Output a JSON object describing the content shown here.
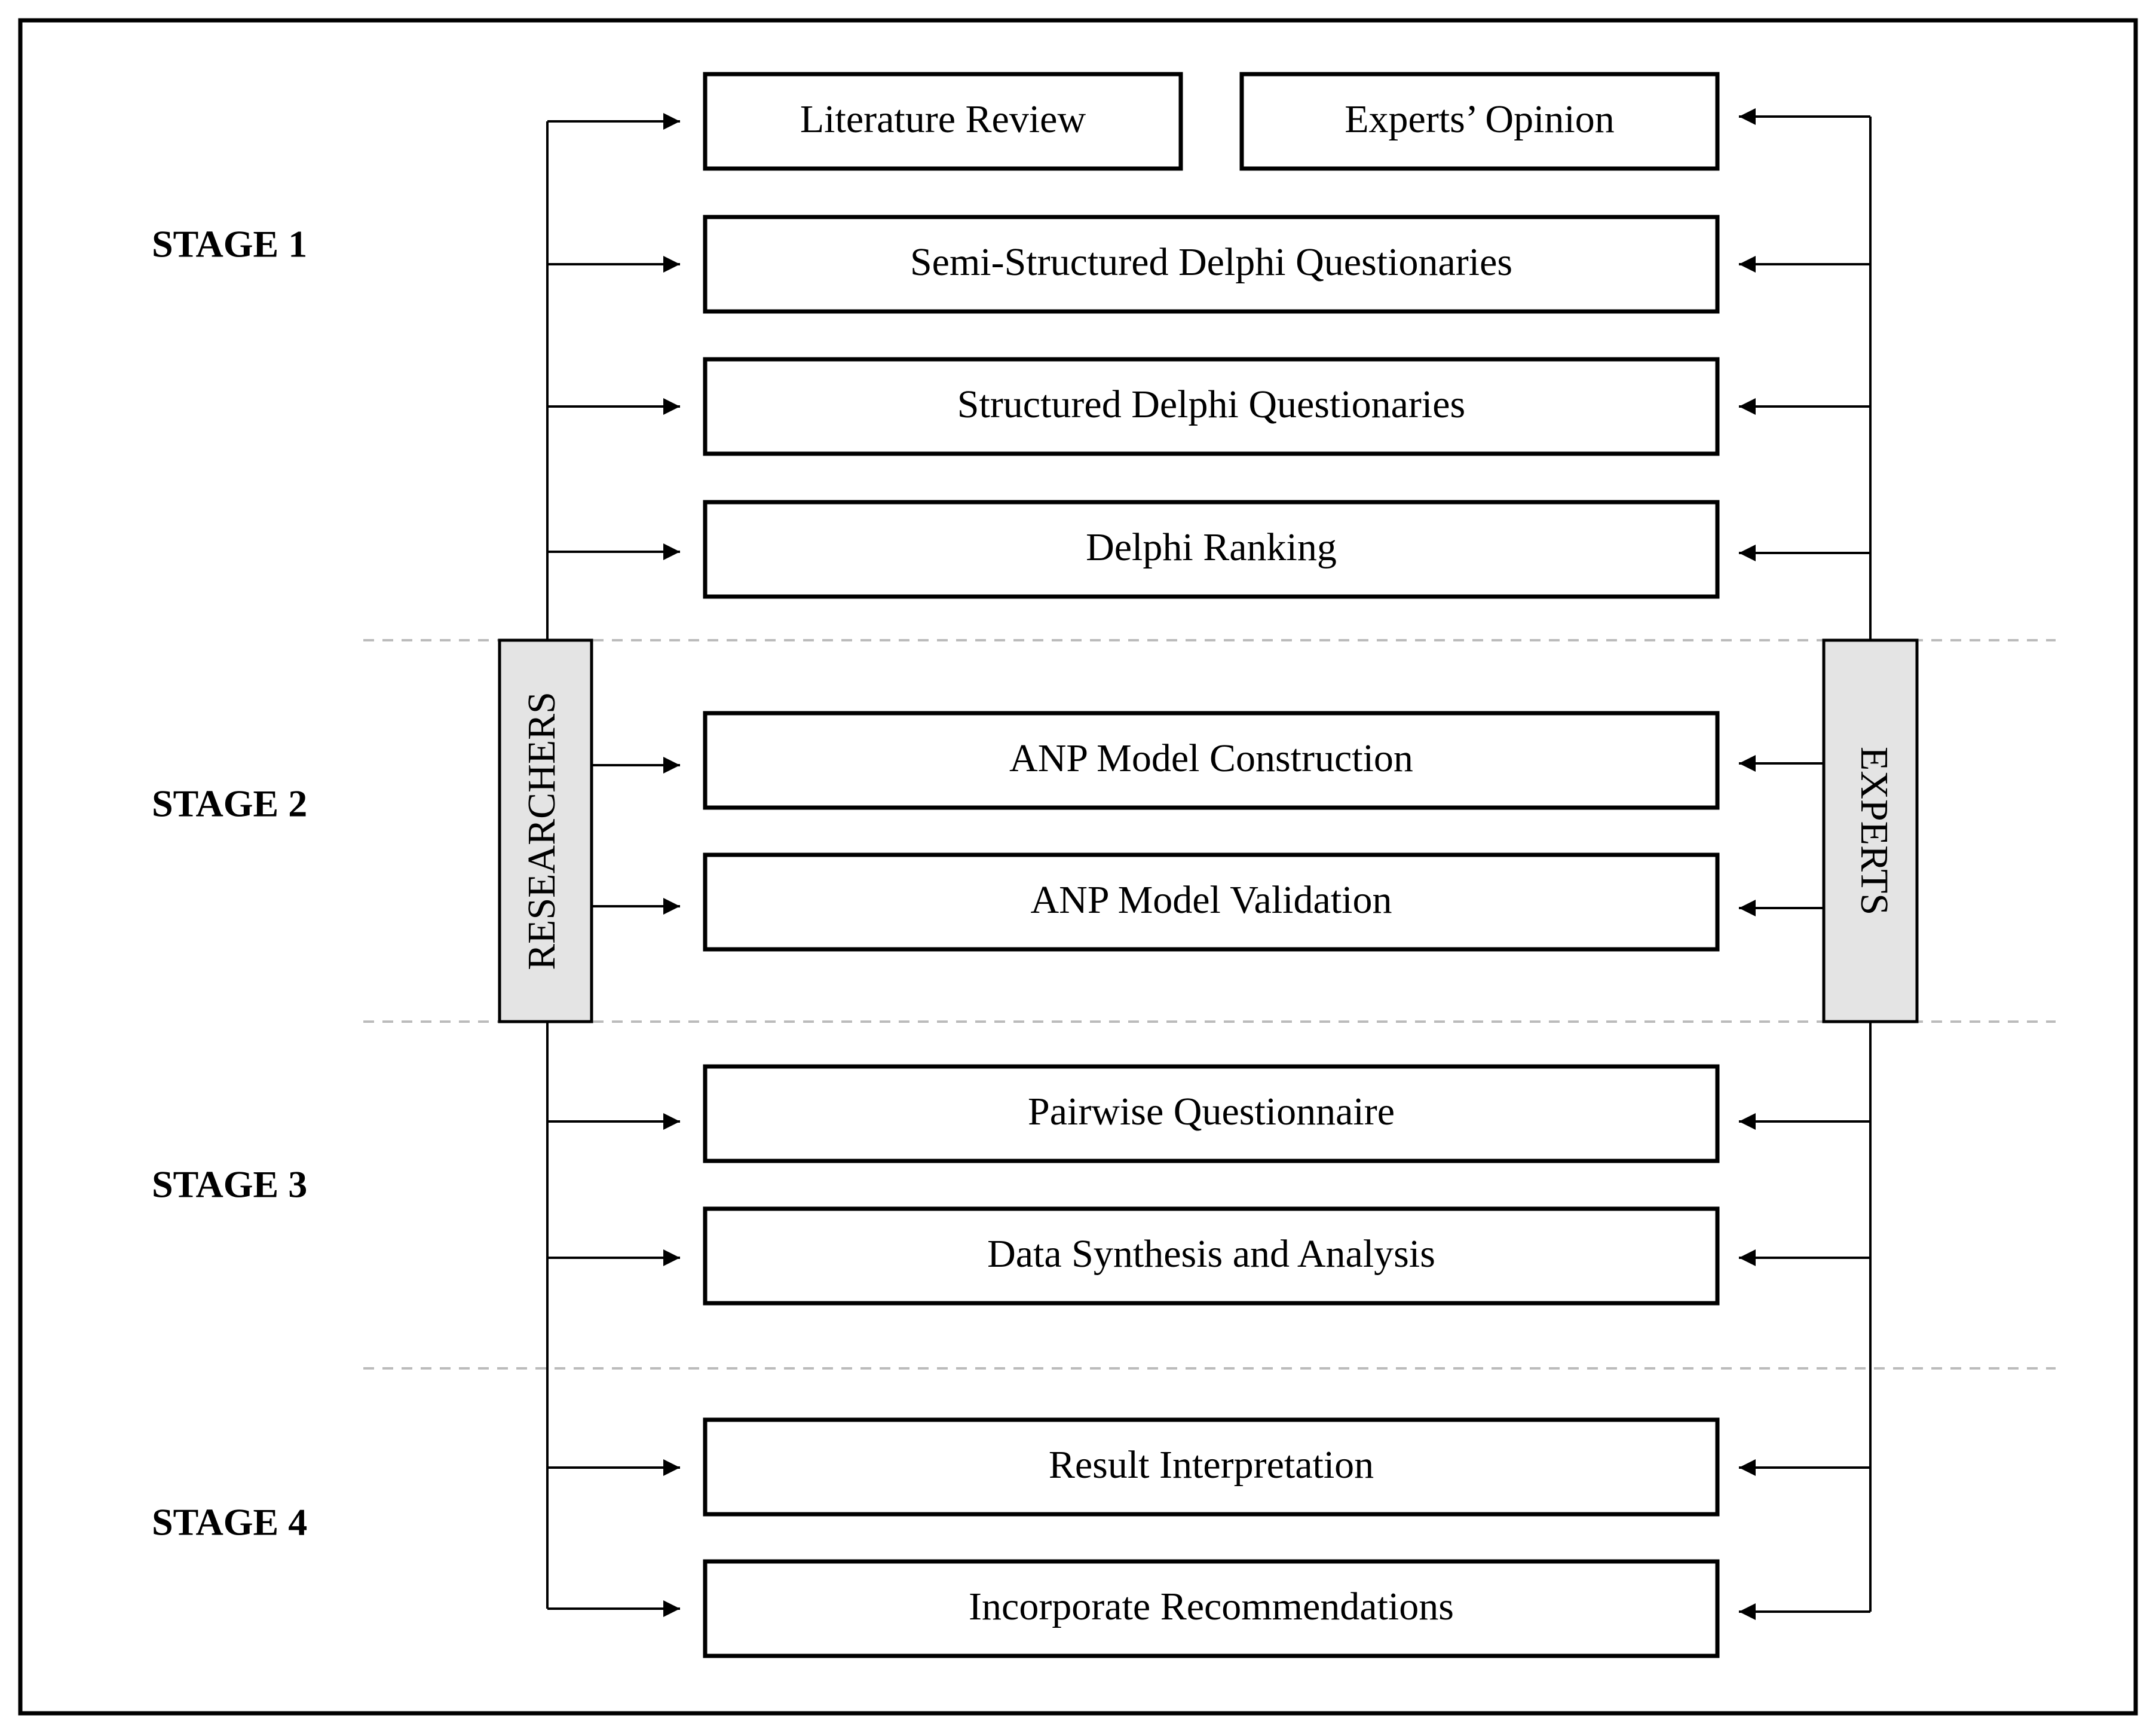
{
  "stages": [
    {
      "label": "STAGE 1"
    },
    {
      "label": "STAGE 2"
    },
    {
      "label": "STAGE 3"
    },
    {
      "label": "STAGE 4"
    }
  ],
  "roles": {
    "left": "RESEARCHERS",
    "right": "EXPERTS"
  },
  "steps": [
    {
      "label": "Literature Review",
      "stage": 1
    },
    {
      "label": "Experts’ Opinion",
      "stage": 1
    },
    {
      "label": "Semi-Structured Delphi Questionaries",
      "stage": 1
    },
    {
      "label": "Structured Delphi Questionaries",
      "stage": 1
    },
    {
      "label": "Delphi Ranking",
      "stage": 1
    },
    {
      "label": "ANP Model Construction",
      "stage": 2
    },
    {
      "label": "ANP Model Validation",
      "stage": 2
    },
    {
      "label": "Pairwise Questionnaire",
      "stage": 3
    },
    {
      "label": "Data Synthesis and Analysis",
      "stage": 3
    },
    {
      "label": "Result Interpretation",
      "stage": 4
    },
    {
      "label": "Incorporate Recommendations",
      "stage": 4
    }
  ],
  "colors": {
    "line": "#000000",
    "role_fill": "#e4e4e4",
    "divider": "#bbbbbb",
    "background": "#ffffff"
  }
}
